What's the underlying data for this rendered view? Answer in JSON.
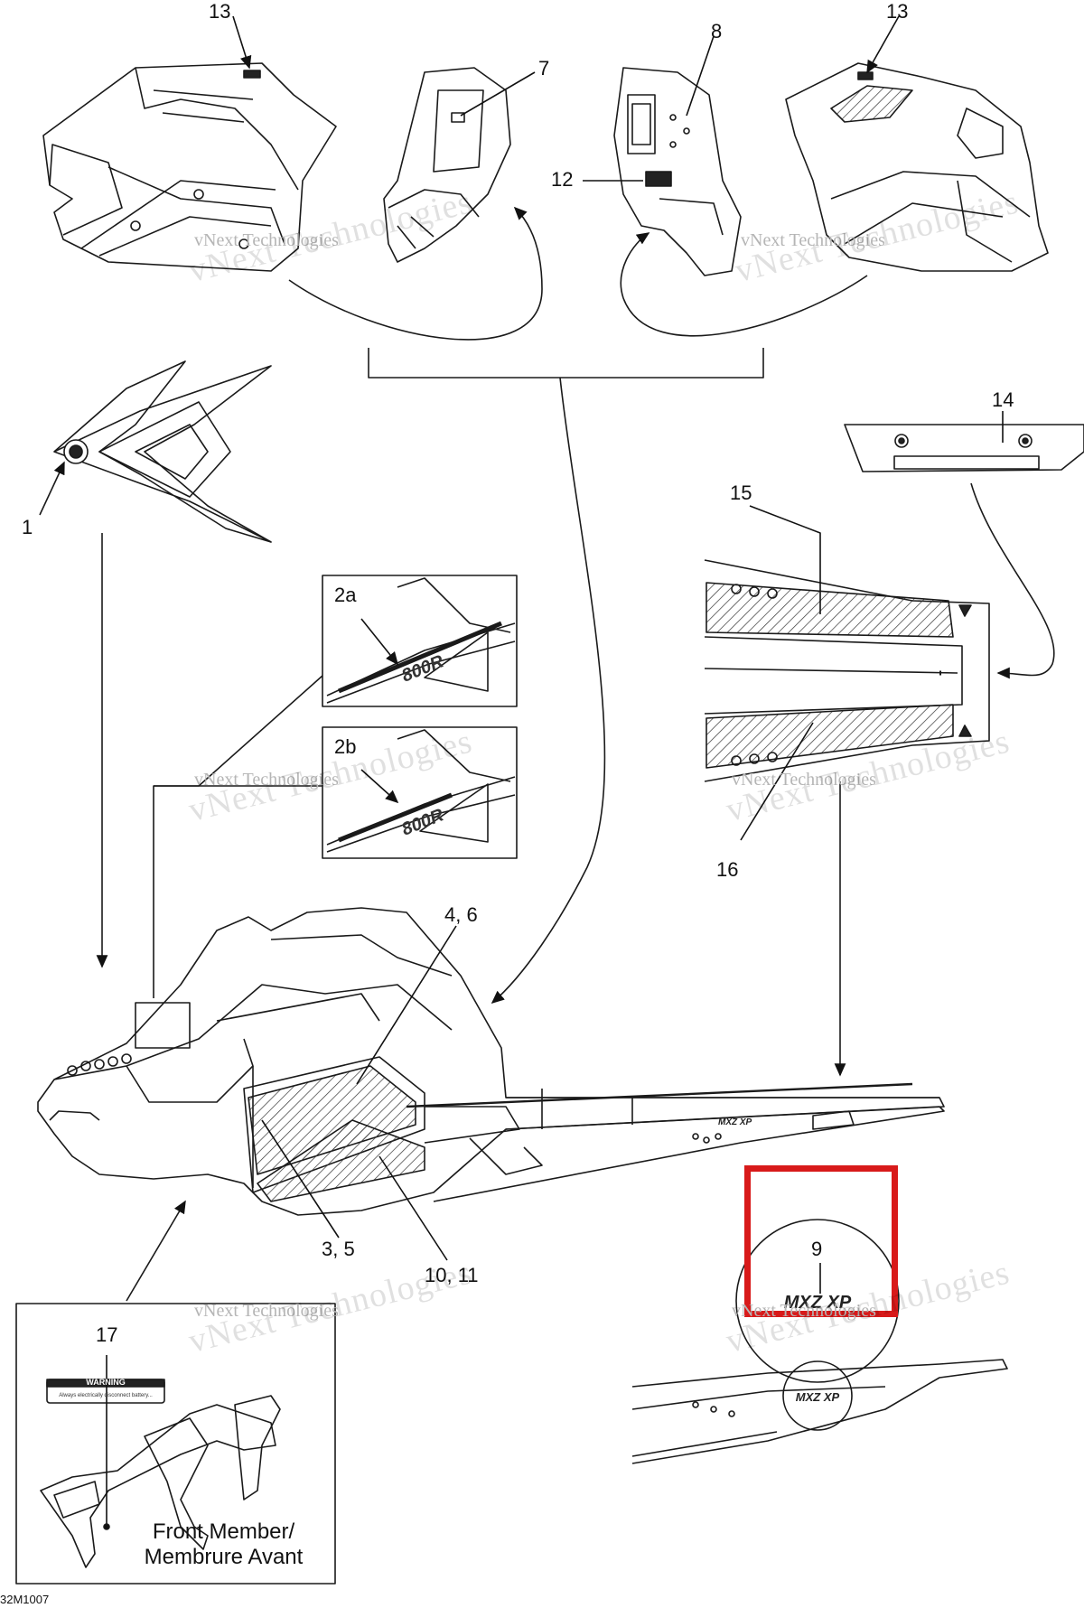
{
  "callouts": {
    "c13_left": "13",
    "c7": "7",
    "c8": "8",
    "c13_right": "13",
    "c12": "12",
    "c14": "14",
    "c1": "1",
    "c15": "15",
    "c2a": "2a",
    "c2b": "2b",
    "c16": "16",
    "c4_6": "4, 6",
    "c3_5": "3, 5",
    "c10_11": "10, 11",
    "c9": "9",
    "c17": "17"
  },
  "watermark": {
    "small": "vNext Technologies",
    "big": "vNext Technologies"
  },
  "inset_caption": {
    "line1": "Front Member/",
    "line2": "Membrure Avant"
  },
  "warning_label": {
    "title": "WARNING",
    "text": "Always electrically disconnect battery..."
  },
  "decals": {
    "model": "800R",
    "mxz": "MXZ XP"
  },
  "drawing_code": "32M1007",
  "colors": {
    "line": "#1a1a1a",
    "highlight": "#d81a1a",
    "watermark": "#c9c9c9"
  }
}
